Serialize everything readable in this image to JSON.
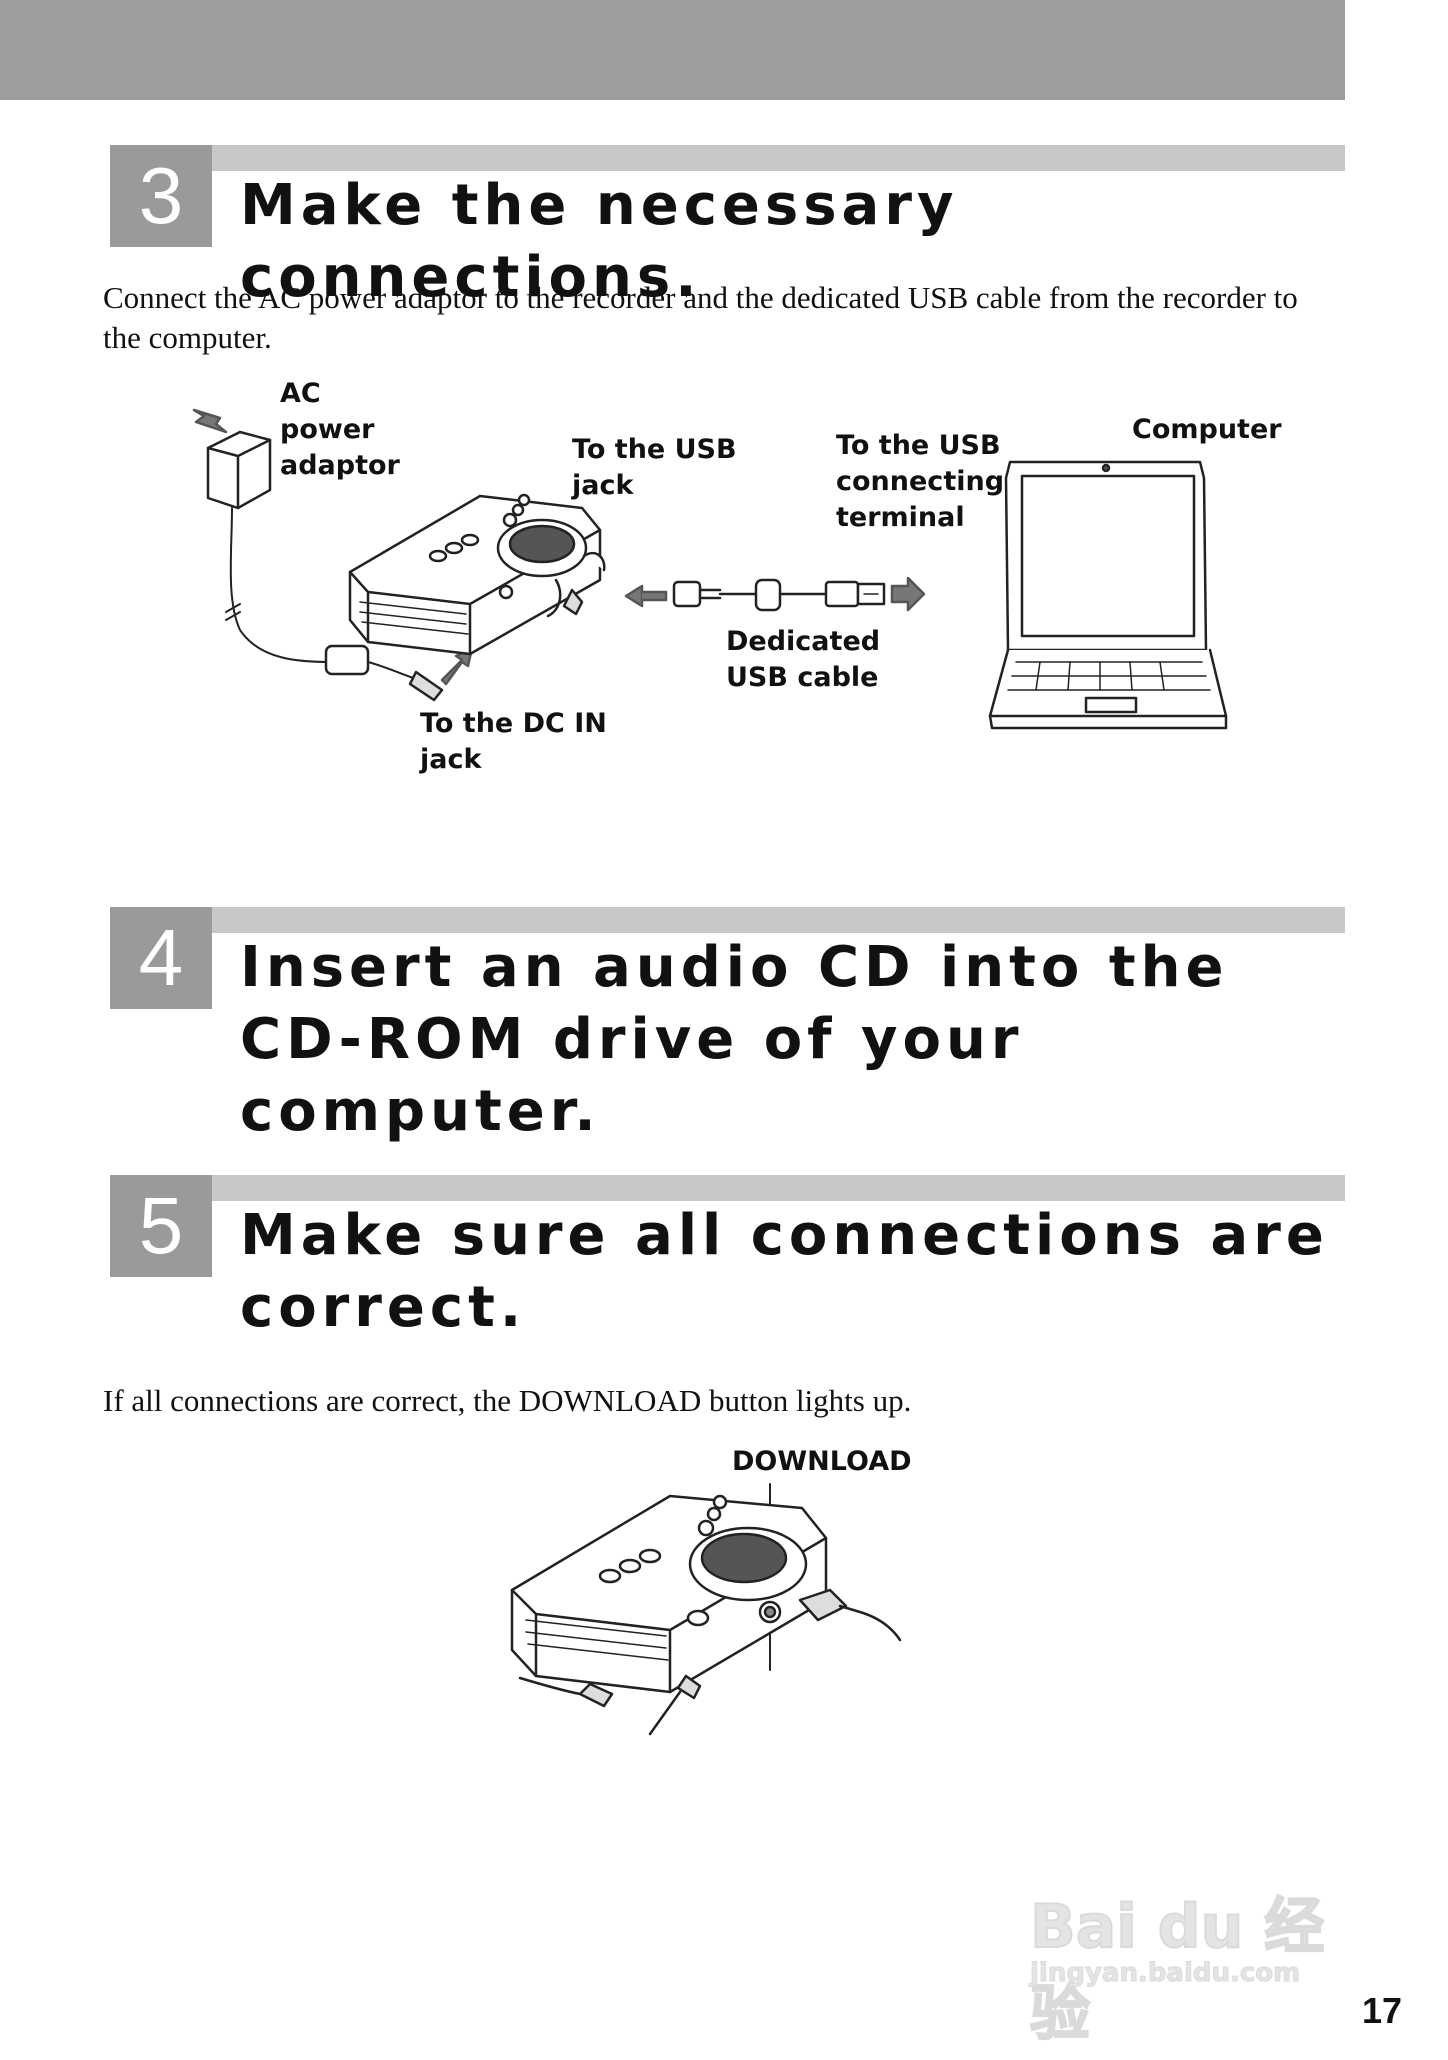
{
  "page_number": "17",
  "steps": [
    {
      "number": "3",
      "title": "Make the necessary connections.",
      "text": "Connect the AC power adaptor to the recorder and the dedicated USB cable from the recorder to the computer."
    },
    {
      "number": "4",
      "title": "Insert an audio CD into the CD-ROM drive of your computer."
    },
    {
      "number": "5",
      "title": "Make sure all connections are correct.",
      "text": "If all connections are correct, the DOWNLOAD button lights up."
    }
  ],
  "figure1": {
    "labels": {
      "ac_power_adaptor": "AC\npower\nadaptor",
      "usb_jack": "To the USB\njack",
      "usb_terminal": "To the USB\nconnecting\nterminal",
      "computer": "Computer",
      "usb_cable": "Dedicated\nUSB cable",
      "dc_in_jack": "To the DC IN\njack"
    }
  },
  "figure2": {
    "labels": {
      "download": "DOWNLOAD"
    }
  },
  "watermark": {
    "brand": "Bai du 经验",
    "url": "jingyan.baidu.com"
  },
  "colors": {
    "header_bar": "#9d9d9d",
    "step_bar": "#c8c8c8",
    "step_box": "#9a9a9a"
  }
}
